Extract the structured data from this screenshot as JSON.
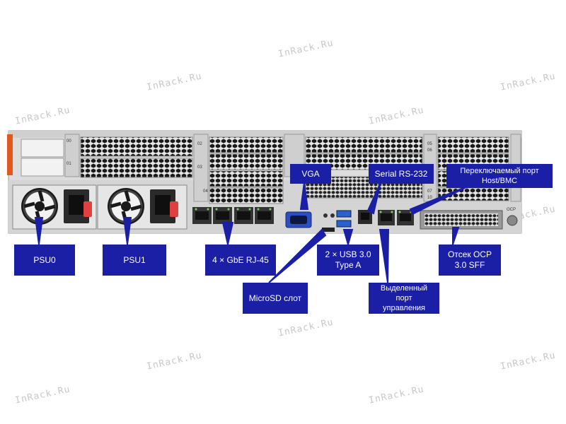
{
  "watermark": "InRack.Ru",
  "colors": {
    "callout": "#1a1fa6",
    "leader": "#1a1fa6",
    "chassis": "#d8d8d8",
    "latch": "#e05a20"
  },
  "labels": {
    "psu0": "PSU0",
    "psu1": "PSU1",
    "gbe": "4 × GbE RJ-45",
    "vga": "VGA",
    "microsd": "MicroSD слот",
    "usb": "2 × USB 3.0\nType A",
    "serial": "Serial RS-232",
    "host_bmc": "Переключаемый порт\nHost/BMC",
    "mgmt": "Выделенный порт\nуправления",
    "ocp": "Отсек OCP\n3.0 SFF"
  },
  "panel_text": {
    "slot00": "00",
    "slot01": "01",
    "slot02": "02",
    "slot03": "03",
    "slot04": "04",
    "slot05": "05",
    "slot06": "06",
    "slot07": "07",
    "slot10": "10",
    "ocp": "OCP"
  }
}
